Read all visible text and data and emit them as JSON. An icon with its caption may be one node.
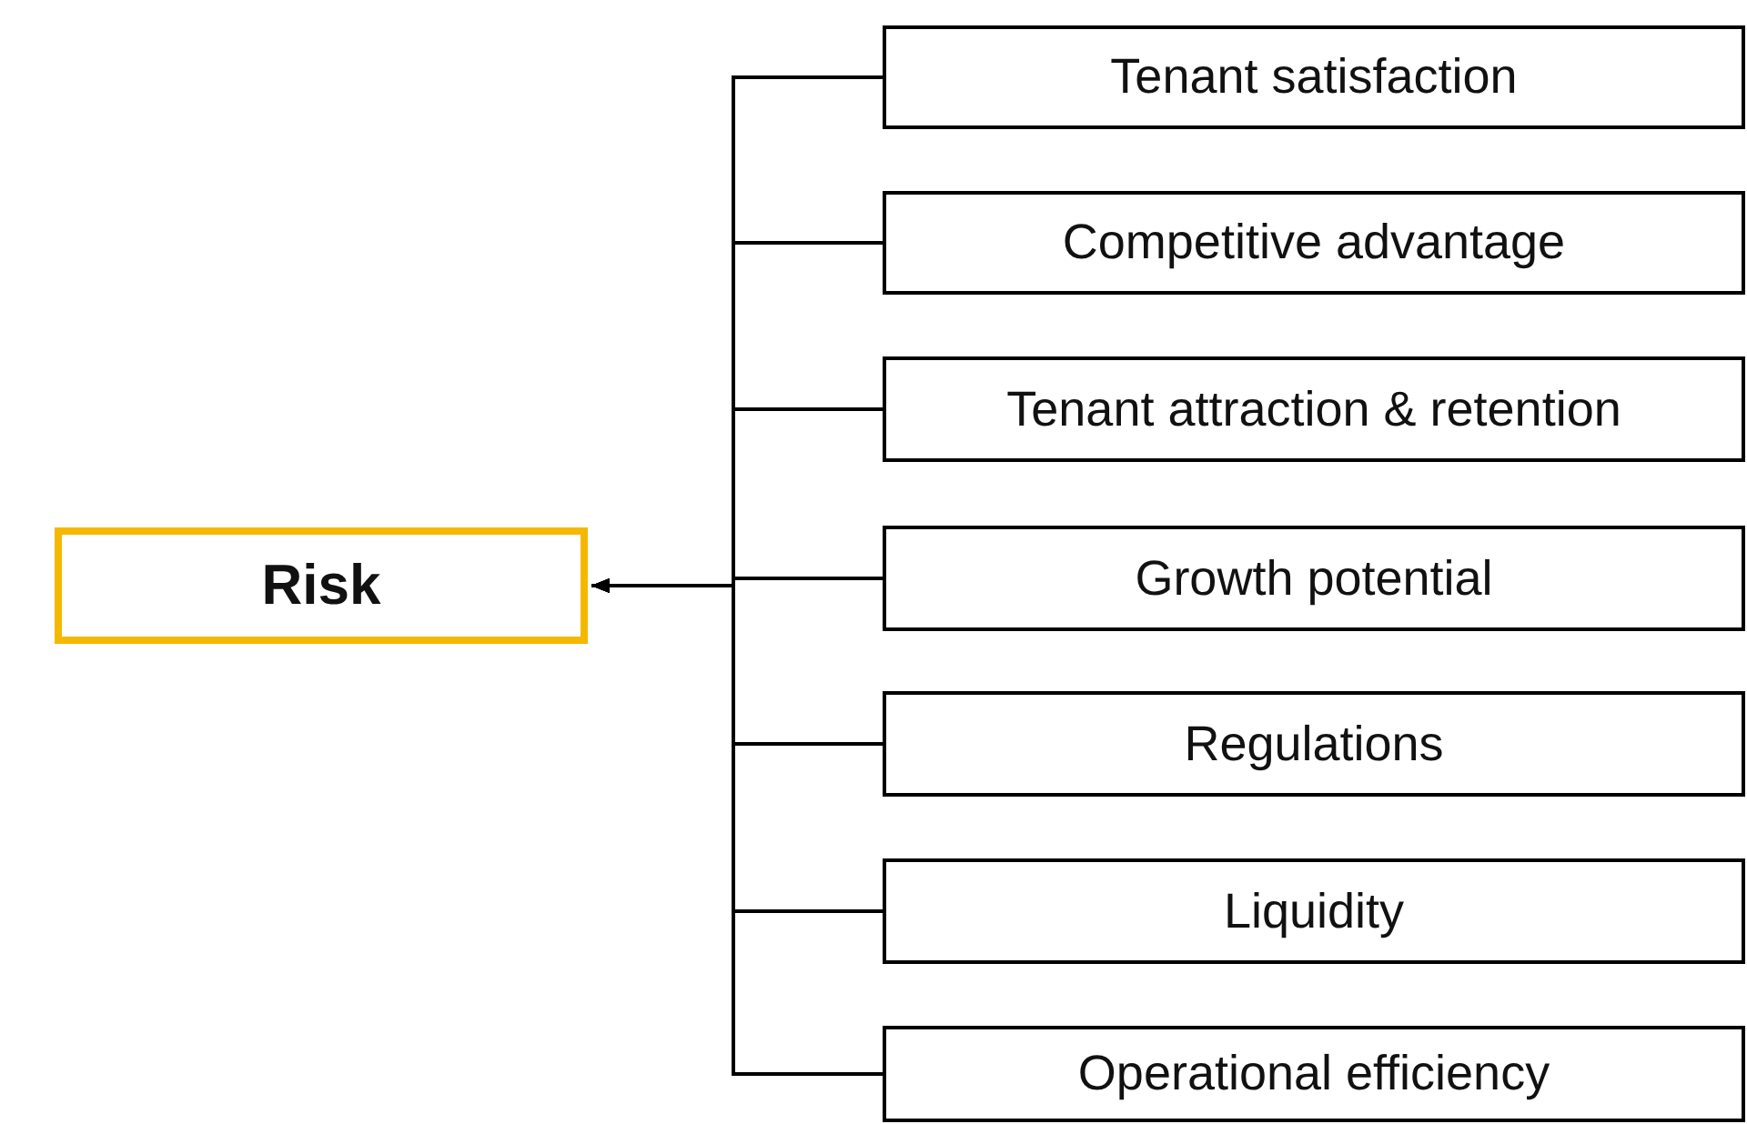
{
  "diagram": {
    "nodes": [
      {
        "text": [
          "Risk"
        ]
      },
      {
        "text": [
          "Tenant satisfaction"
        ]
      },
      {
        "text": [
          "Competitive advantage"
        ]
      },
      {
        "text": [
          "Tenant attraction & retention"
        ]
      },
      {
        "text": [
          "Growth potential"
        ]
      },
      {
        "text": [
          "Regulations"
        ]
      },
      {
        "text": [
          "Liquidity"
        ]
      },
      {
        "text": [
          "Operational efficiency"
        ]
      }
    ],
    "edges": [
      {
        "from": 1,
        "to": 0,
        "arrow": "to"
      },
      {
        "from": 2,
        "to": 0,
        "arrow": "to"
      },
      {
        "from": 3,
        "to": 0,
        "arrow": "to"
      },
      {
        "from": 4,
        "to": 0,
        "arrow": "to"
      },
      {
        "from": 5,
        "to": 0,
        "arrow": "to"
      },
      {
        "from": 6,
        "to": 0,
        "arrow": "to"
      },
      {
        "from": 7,
        "to": 0,
        "arrow": "to"
      }
    ]
  }
}
